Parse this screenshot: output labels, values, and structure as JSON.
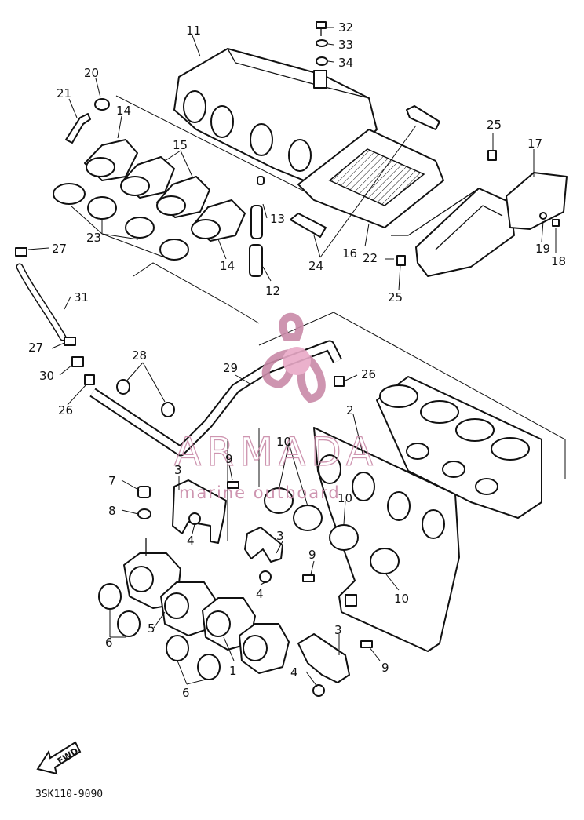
{
  "labels": {
    "l1": "1",
    "l2": "2",
    "l3a": "3",
    "l3b": "3",
    "l3c": "3",
    "l4a": "4",
    "l4b": "4",
    "l4c": "4",
    "l5": "5",
    "l6a": "6",
    "l6b": "6",
    "l7": "7",
    "l8": "8",
    "l9a": "9",
    "l9b": "9",
    "l9c": "9",
    "l10a": "10",
    "l10b": "10",
    "l10c": "10",
    "l11": "11",
    "l12": "12",
    "l13": "13",
    "l14a": "14",
    "l14b": "14",
    "l15": "15",
    "l16": "16",
    "l17": "17",
    "l18": "18",
    "l19": "19",
    "l20": "20",
    "l21": "21",
    "l22": "22",
    "l23": "23",
    "l24": "24",
    "l25a": "25",
    "l25b": "25",
    "l26a": "26",
    "l26b": "26",
    "l27a": "27",
    "l27b": "27",
    "l28": "28",
    "l29": "29",
    "l30": "30",
    "l31": "31",
    "l32": "32",
    "l33": "33",
    "l34": "34"
  },
  "watermark": {
    "brand": "ARMADA",
    "tagline": "marine outboard"
  },
  "fwd_marker": "FWD",
  "diagram_code": "3SK110-9090",
  "colors": {
    "ink": "#111111",
    "watermark": "#c98aa8",
    "background": "#ffffff"
  }
}
